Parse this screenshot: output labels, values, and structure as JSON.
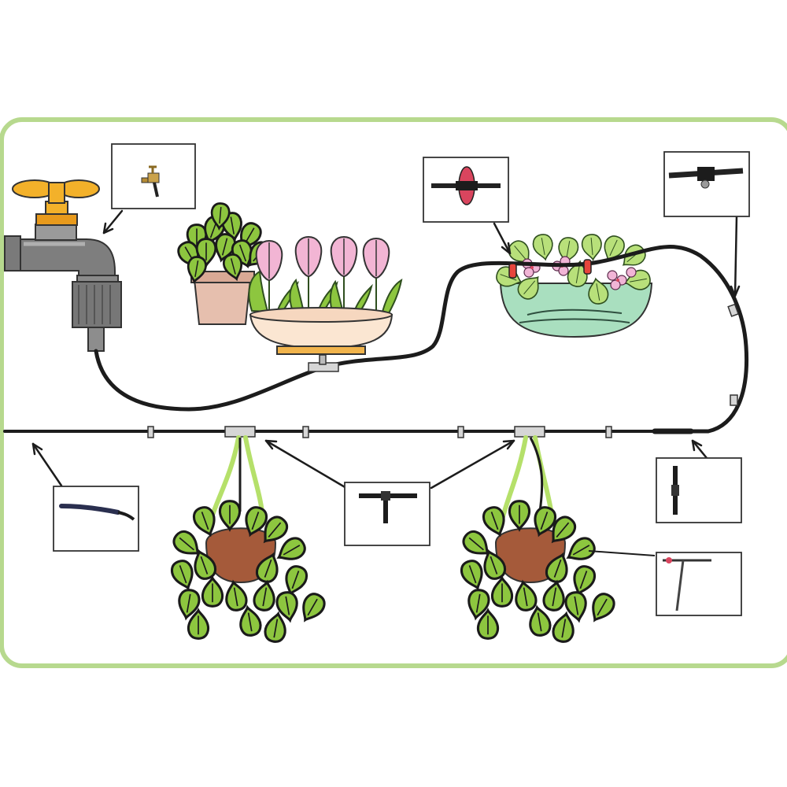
{
  "diagram": {
    "colors": {
      "panel_border": "#b7d98e",
      "tube": "#1c1c1c",
      "leaf": "#8dc63f",
      "leaf_dark": "#3f7d2a",
      "pot_brown": "#a55a3a",
      "tulip_pink": "#f2b5d4",
      "faucet_gray": "#6f6f6f",
      "faucet_handle": "#f3b12a",
      "hanger_green": "#b5e06a"
    },
    "components": [
      {
        "id": "faucet-adapter",
        "icon": "faucet-adapter-icon"
      },
      {
        "id": "inline-filter",
        "icon": "inline-filter-icon"
      },
      {
        "id": "hose-clip",
        "icon": "hose-clip-icon"
      },
      {
        "id": "straight-connector",
        "icon": "straight-connector-icon"
      },
      {
        "id": "tee-connector",
        "icon": "tee-connector-icon"
      },
      {
        "id": "end-plug",
        "icon": "end-plug-icon"
      },
      {
        "id": "drip-stake",
        "icon": "drip-stake-icon"
      }
    ],
    "plants": [
      "ivy-pot",
      "tulip-planter",
      "violet-planter",
      "hanging-basket-left",
      "hanging-basket-right"
    ]
  }
}
